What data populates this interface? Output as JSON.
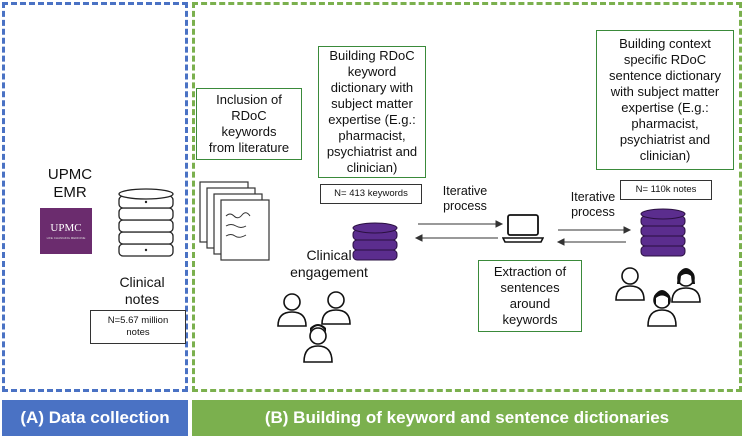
{
  "panel_a": {
    "banner": "(A) Data collection",
    "emr_title": "UPMC\nEMR",
    "logo_text": "UPMC",
    "logo_subtext": "LIFE CHANGING MEDICINE",
    "db_label": "Clinical\nnotes",
    "count": "N=5.67 million\nnotes"
  },
  "panel_b": {
    "banner": "(B) Building of keyword and sentence dictionaries",
    "literature_box": "Inclusion of\nRDoC\nkeywords\nfrom literature",
    "keyword_box": "Building RDoC\nkeyword\ndictionary with\nsubject matter\nexpertise (E.g.:\npharmacist,\npsychiatrist and\nclinician)",
    "keyword_count": "N= 413 keywords",
    "engagement_label": "Clinical\nengagement",
    "iterative_1": "Iterative\nprocess",
    "iterative_2": "Iterative\nprocess",
    "extraction_box": "Extraction of\nsentences\naround\nkeywords",
    "sentence_box": "Building context\nspecific RDoC\nsentence dictionary\nwith subject matter\nexpertise (E.g.:\npharmacist,\npsychiatrist and\nclinician)",
    "notes_count": "N= 110k notes"
  },
  "colors": {
    "panel_a_blue": "#4a72c4",
    "panel_b_green": "#7bb04e",
    "upmc_purple": "#6b2c6e",
    "db_purple": "#5b2d8e",
    "box_border_green": "#3a8a3a"
  }
}
